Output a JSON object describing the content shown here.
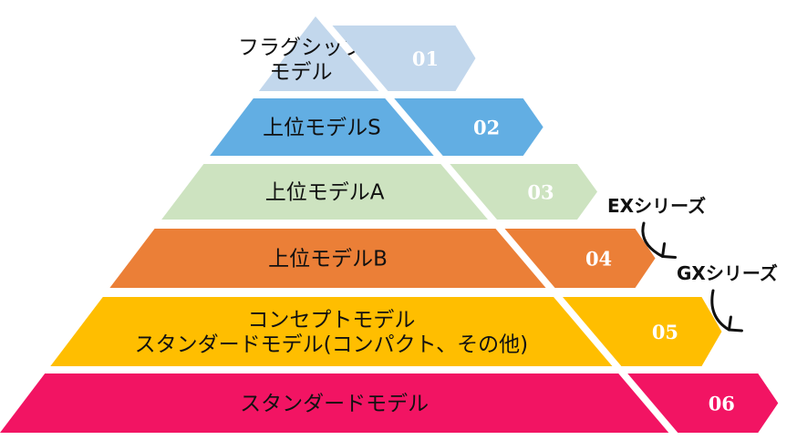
{
  "tiers": [
    {
      "lines": [
        "フラグシップ",
        "モデル"
      ],
      "number": "01",
      "color": "#c2d7ec",
      "arrow_color": "#c2d7ec"
    },
    {
      "lines": [
        "上位モデルS"
      ],
      "number": "02",
      "color": "#62aee3",
      "arrow_color": "#62aee3"
    },
    {
      "lines": [
        "上位モデルA"
      ],
      "number": "03",
      "color": "#cde3c0",
      "arrow_color": "#cde3c0"
    },
    {
      "lines": [
        "上位モデルB"
      ],
      "number": "04",
      "color": "#eb7f37",
      "arrow_color": "#eb7f37"
    },
    {
      "lines": [
        "コンセプトモデル",
        "スタンダードモデル(コンパクト、その他)"
      ],
      "number": "05",
      "color": "#ffbe00",
      "arrow_color": "#ffbe00"
    },
    {
      "lines": [
        "スタンダードモデル"
      ],
      "number": "06",
      "color": "#f21463",
      "arrow_color": "#f21463"
    }
  ],
  "callouts": [
    {
      "label": "EXシリーズ",
      "points_to": "04"
    },
    {
      "label": "GXシリーズ",
      "points_to": "05"
    }
  ]
}
